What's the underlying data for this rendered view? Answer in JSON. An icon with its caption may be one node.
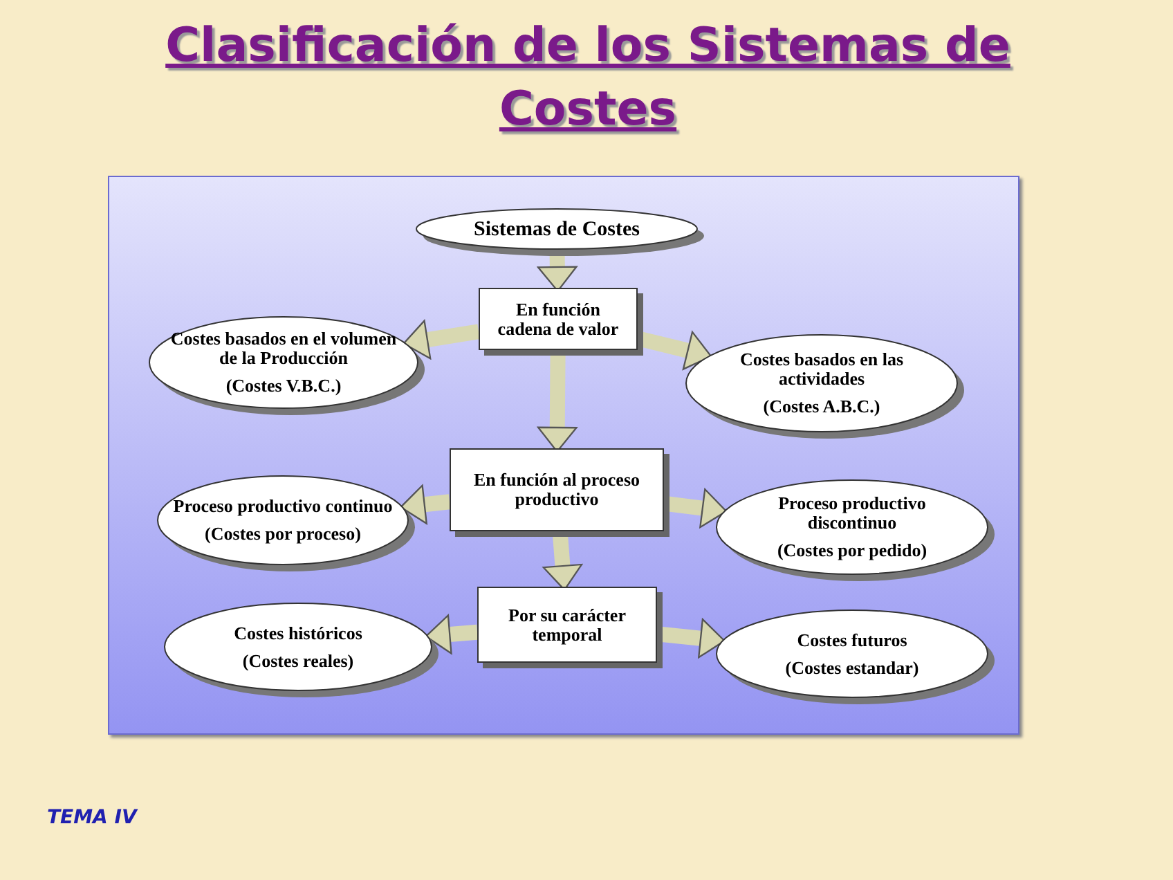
{
  "diagram": {
    "title": "Clasificación de los Sistemas de Costes",
    "nodes": [
      {
        "text": [
          "Sistemas de Costes"
        ]
      },
      {
        "text": [
          "En función cadena de valor"
        ]
      },
      {
        "text": [
          "Costes basados en el volumen de la Producción",
          "(Costes V.B.C.)"
        ]
      },
      {
        "text": [
          "Costes basados en las actividades",
          "(Costes A.B.C.)"
        ]
      },
      {
        "text": [
          "En función al proceso productivo"
        ]
      },
      {
        "text": [
          "Proceso productivo continuo",
          "(Costes por proceso)"
        ]
      },
      {
        "text": [
          "Proceso productivo discontinuo",
          "(Costes por pedido)"
        ]
      },
      {
        "text": [
          "Por su carácter temporal"
        ]
      },
      {
        "text": [
          "Costes históricos",
          "(Costes reales)"
        ]
      },
      {
        "text": [
          "Costes futuros",
          "(Costes estandar)"
        ]
      }
    ],
    "edges": [
      {
        "from": 0,
        "to": 1,
        "arrow": "to"
      },
      {
        "from": 1,
        "to": 2,
        "arrow": "to"
      },
      {
        "from": 1,
        "to": 3,
        "arrow": "to"
      },
      {
        "from": 1,
        "to": 4,
        "arrow": "to"
      },
      {
        "from": 4,
        "to": 5,
        "arrow": "to"
      },
      {
        "from": 4,
        "to": 6,
        "arrow": "to"
      },
      {
        "from": 4,
        "to": 7,
        "arrow": "to"
      },
      {
        "from": 7,
        "to": 8,
        "arrow": "to"
      },
      {
        "from": 7,
        "to": 9,
        "arrow": "to"
      }
    ],
    "labels": [
      "TEMA IV"
    ]
  }
}
